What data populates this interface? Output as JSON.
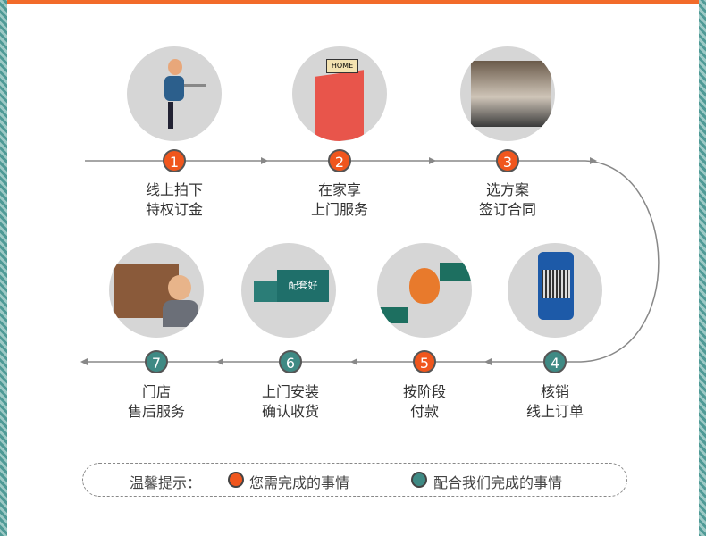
{
  "steps": [
    {
      "num": "1",
      "line1": "线上拍下",
      "line2": "特权订金",
      "type": "customer",
      "image": "person-at-laptop"
    },
    {
      "num": "2",
      "line1": "在家享",
      "line2": "上门服务",
      "type": "customer",
      "image": "home-building",
      "sign": "HOME"
    },
    {
      "num": "3",
      "line1": "选方案",
      "line2": "签订合同",
      "type": "customer",
      "image": "bedroom-photo"
    },
    {
      "num": "4",
      "line1": "核销",
      "line2": "线上订单",
      "type": "partner",
      "image": "phone-qr"
    },
    {
      "num": "5",
      "line1": "按阶段",
      "line2": "付款",
      "type": "customer",
      "image": "money-bag-hand"
    },
    {
      "num": "6",
      "line1": "上门安装",
      "line2": "确认收货",
      "type": "partner",
      "image": "delivery-truck",
      "truck_text": "配套好"
    },
    {
      "num": "7",
      "line1": "门店",
      "line2": "售后服务",
      "type": "partner",
      "image": "store-agent"
    }
  ],
  "legend": {
    "title": "温馨提示：",
    "customer": "您需完成的事情",
    "partner": "配合我们完成的事情"
  },
  "colors": {
    "customer": "#f0561d",
    "partner": "#3f8a84",
    "accent": "#f26b2a"
  }
}
